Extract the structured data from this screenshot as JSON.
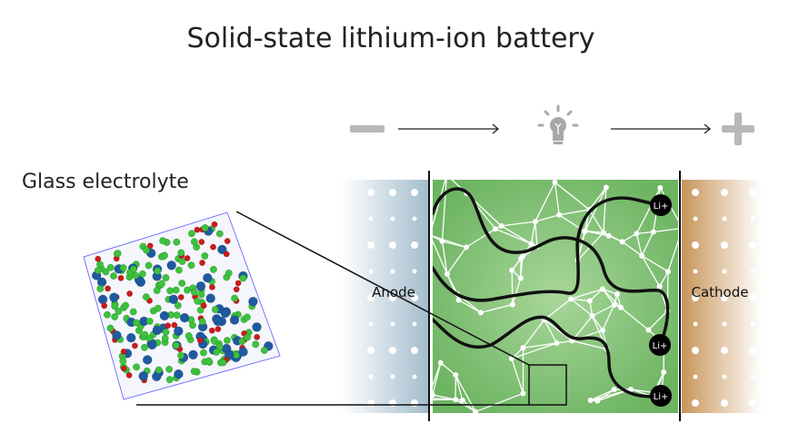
{
  "title": "Solid-state lithium-ion battery",
  "glass_label": "Glass electrolyte",
  "anode_label": "Anode",
  "cathode_label": "Cathode",
  "ions": [
    "Li+",
    "Li+",
    "Li+"
  ],
  "icons": {
    "negative": "minus-icon",
    "positive": "plus-icon",
    "load": "lightbulb-icon"
  },
  "colors": {
    "anode": "#a9c2d2",
    "electrolyte": "#76b86c",
    "cathode": "#c9995a",
    "terminal": "#b8b8b8",
    "atom_green": "#3cc23c",
    "atom_blue": "#1f5aa0",
    "atom_red": "#cc1a1a"
  }
}
